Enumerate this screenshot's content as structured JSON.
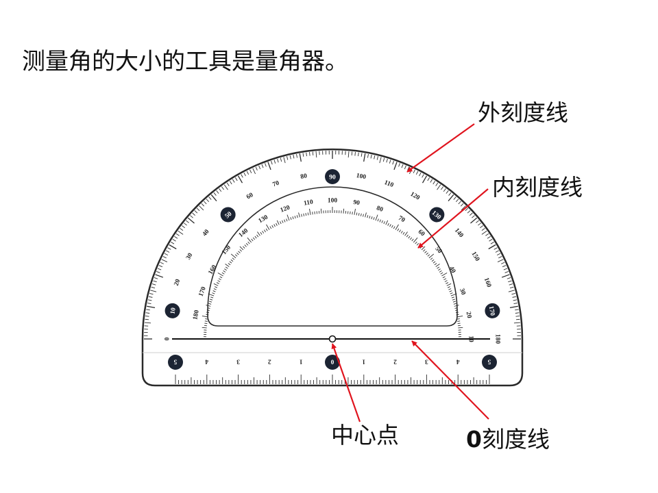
{
  "heading": "测量角的大小的工具是量角器。",
  "labels": {
    "outer_scale": "外刻度线",
    "inner_scale": "内刻度线",
    "center_point": "中心点",
    "zero_line_prefix": "0",
    "zero_line_suffix": "刻度线"
  },
  "protractor": {
    "outer_scale_numbers": [
      "0",
      "10",
      "20",
      "30",
      "40",
      "50",
      "60",
      "70",
      "80",
      "90",
      "100",
      "110",
      "120",
      "130",
      "140",
      "150",
      "160",
      "170",
      "180"
    ],
    "inner_scale_numbers": [
      "180",
      "170",
      "160",
      "150",
      "140",
      "130",
      "120",
      "110",
      "100",
      "90",
      "80",
      "70",
      "60",
      "50",
      "40",
      "30",
      "20",
      "10"
    ],
    "outer_badged_values": [
      "10",
      "50",
      "90",
      "130",
      "170"
    ],
    "ruler_numbers": [
      "5",
      "4",
      "3",
      "2",
      "1",
      "0",
      "1",
      "2",
      "3",
      "4",
      "5"
    ],
    "ruler_badged_values": [
      "5",
      "0"
    ]
  },
  "colors": {
    "arrow": "#e0141e",
    "ink": "#111111",
    "badge": "#1c2433"
  }
}
